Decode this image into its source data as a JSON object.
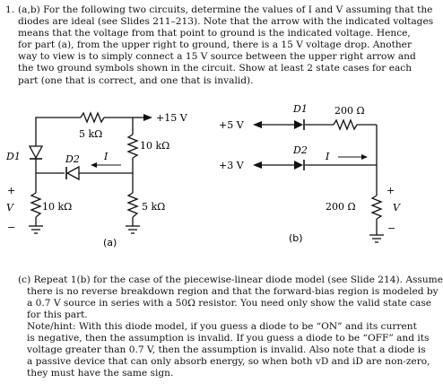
{
  "problem": {
    "number": "1.",
    "intro_lines": [
      "(a,b) For the following two circuits, determine the values of I and V assuming that the",
      "diodes are ideal (see Slides 211–213).  Note that the arrow with the indicated voltages",
      "means that the voltage from that point to ground is the indicated voltage.  Hence,",
      "for part (a), from the upper right to ground, there is a 15 V voltage drop.  Another",
      "way to view is to simply connect a 15 V source between the upper right arrow and",
      "the two ground symbols shown in the circuit.  Show at least 2 state cases for each",
      "part (one that is correct, and one that is invalid)."
    ],
    "part_c_lines": [
      "(c)  Repeat 1(b) for the case of the piecewise-linear diode model (see Slide 214).  Assume",
      "there is no reverse breakdown region and that the forward-bias region is modeled by",
      "a 0.7 V source in series with a 50Ω resistor.  You need only show the valid state case",
      "for this part."
    ],
    "hint_lines": [
      "Note/hint:  With this diode model, if you guess a diode to be “ON” and its current",
      "is negative, then the assumption is invalid.  If you guess a diode to be “OFF” and its",
      "voltage greater than 0.7 V, then the assumption is invalid.  Also note that a diode is",
      "a passive device that can only absorb energy, so when both vD and iD are non-zero,",
      "they must have the same sign."
    ]
  },
  "circuit_a": {
    "caption": "(a)",
    "supply_label": "+15 V",
    "r_top_label": "5 kΩ",
    "r_right_label": "10 kΩ",
    "r_left_label": "10 kΩ",
    "r_bottom_right_label": "5 kΩ",
    "d1_label": "D1",
    "d2_label": "D2",
    "current_label": "I",
    "v_label": "V",
    "plus_sign": "+",
    "minus_sign": "−"
  },
  "circuit_b": {
    "caption": "(b)",
    "supply_top_label": "+5 V",
    "supply_bottom_label": "+3 V",
    "d1_label": "D1",
    "d2_label": "D2",
    "r_top_label": "200 Ω",
    "r_right_label": "200 Ω",
    "current_label": "I",
    "v_label": "V",
    "plus_sign": "+",
    "minus_sign": "−"
  }
}
